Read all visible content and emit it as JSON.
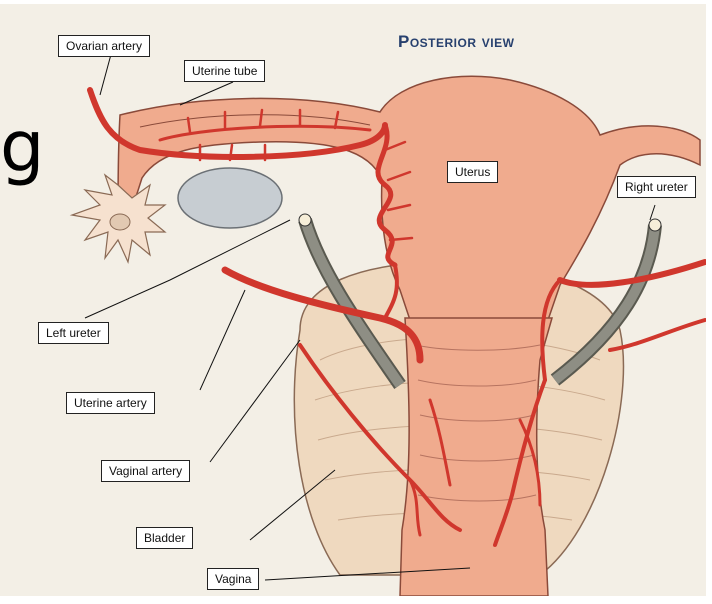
{
  "view_title": "Posterior view",
  "margin_glyph": "g",
  "labels": {
    "ovarian_artery": "Ovarian artery",
    "uterine_tube": "Uterine tube",
    "uterus": "Uterus",
    "right_ureter": "Right ureter",
    "left_ureter": "Left ureter",
    "uterine_artery": "Uterine artery",
    "vaginal_artery": "Vaginal artery",
    "bladder": "Bladder",
    "vagina": "Vagina"
  },
  "colors": {
    "artery": "#d0372d",
    "tissue": "#f0ab8e",
    "bladder": "#efd9bf",
    "ureter": "#8e8e84",
    "ovary": "#c7cdd2",
    "title": "#27406e"
  }
}
